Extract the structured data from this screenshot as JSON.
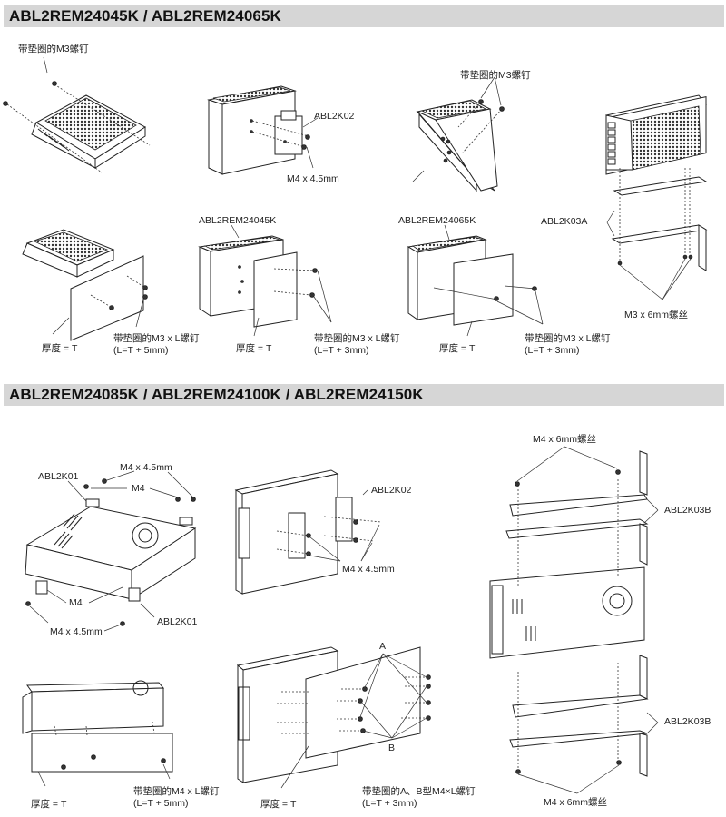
{
  "sections": [
    {
      "title": "ABL2REM24045K / ABL2REM24065K",
      "labels": {
        "screw_m3_washer_1": "带垫圈的M3螺钉",
        "abl2k02": "ABL2K02",
        "m4_45mm": "M4 x 4.5mm",
        "screw_m3_washer_2": "带垫圈的M3螺钉",
        "abl2rem24045k": "ABL2REM24045K",
        "abl2rem24065k": "ABL2REM24065K",
        "abl2k03a": "ABL2K03A",
        "m3_6mm": "M3 x 6mm螺丝",
        "panel_a": {
          "thickness": "厚度 = T",
          "screw": "带垫圈的M3 x L螺钉",
          "length": "(L=T + 5mm)"
        },
        "panel_b": {
          "thickness": "厚度 = T",
          "screw": "带垫圈的M3 x L螺钉",
          "length": "(L=T + 3mm)"
        },
        "panel_c": {
          "thickness": "厚度 = T",
          "screw": "带垫圈的M3 x L螺钉",
          "length": "(L=T + 3mm)"
        }
      }
    },
    {
      "title": "ABL2REM24085K / ABL2REM24100K / ABL2REM24150K",
      "labels": {
        "abl2k01_top": "ABL2K01",
        "m4_45mm_top": "M4 x 4.5mm",
        "m4_top": "M4",
        "m4_bottom": "M4",
        "m4_45mm_bottom": "M4 x 4.5mm",
        "abl2k01_bottom": "ABL2K01",
        "abl2k02": "ABL2K02",
        "m4_45mm_din": "M4 x 4.5mm",
        "m4_6mm_top": "M4 x 6mm螺丝",
        "abl2k03b_top": "ABL2K03B",
        "abl2k03b_bottom": "ABL2K03B",
        "m4_6mm_bottom": "M4 x 6mm螺丝",
        "marker_a": "A",
        "marker_b": "B",
        "panel_d": {
          "thickness": "厚度 = T",
          "screw": "带垫圈的M4 x L螺钉",
          "length": "(L=T + 5mm)"
        },
        "panel_e": {
          "thickness": "厚度 = T",
          "screw": "带垫圈的A、B型M4×L螺钉",
          "length": "(L=T + 3mm)"
        }
      }
    }
  ]
}
